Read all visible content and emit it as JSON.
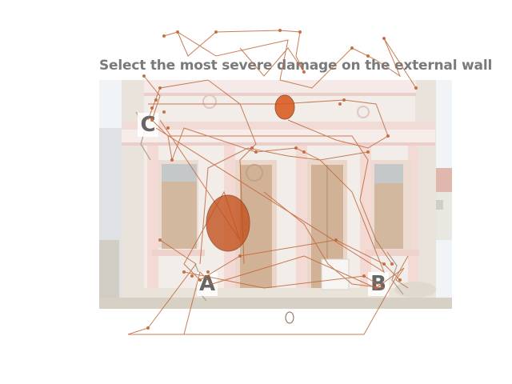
{
  "task": {
    "prompt": "Select the most severe damage on the external wall"
  },
  "options": {
    "a": "A",
    "b": "B",
    "c": "C"
  },
  "colors": {
    "gaze_line": "#c0673a",
    "fixation_fill": "#c24f1a",
    "prompt_text": "#7a7a7a",
    "label_text": "#666666"
  }
}
